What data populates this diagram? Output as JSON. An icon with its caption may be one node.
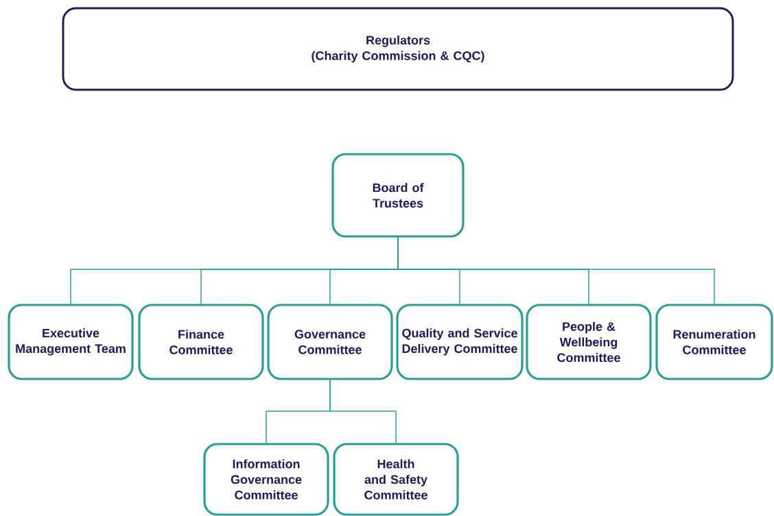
{
  "diagram": {
    "nodes": [
      {
        "text": [
          "Regulators",
          "(Charity Commission & CQC)"
        ]
      },
      {
        "text": [
          "Board of Trustees"
        ]
      },
      {
        "text": [
          "Executive Management Team"
        ]
      },
      {
        "text": [
          "Finance Committee"
        ]
      },
      {
        "text": [
          "Governance Committee"
        ]
      },
      {
        "text": [
          "Quality and Service Delivery Committee"
        ]
      },
      {
        "text": [
          "People & Wellbeing Committee"
        ]
      },
      {
        "text": [
          "Renumeration Committee"
        ]
      },
      {
        "text": [
          "Information Governance Committee"
        ]
      },
      {
        "text": [
          "Health and Safety Committee"
        ]
      }
    ],
    "edges": [
      {
        "from": 1,
        "to": 2,
        "arrow": "none"
      },
      {
        "from": 1,
        "to": 3,
        "arrow": "none"
      },
      {
        "from": 1,
        "to": 4,
        "arrow": "none"
      },
      {
        "from": 1,
        "to": 5,
        "arrow": "none"
      },
      {
        "from": 1,
        "to": 6,
        "arrow": "none"
      },
      {
        "from": 1,
        "to": 7,
        "arrow": "none"
      },
      {
        "from": 4,
        "to": 8,
        "arrow": "none"
      },
      {
        "from": 4,
        "to": 9,
        "arrow": "none"
      }
    ]
  }
}
